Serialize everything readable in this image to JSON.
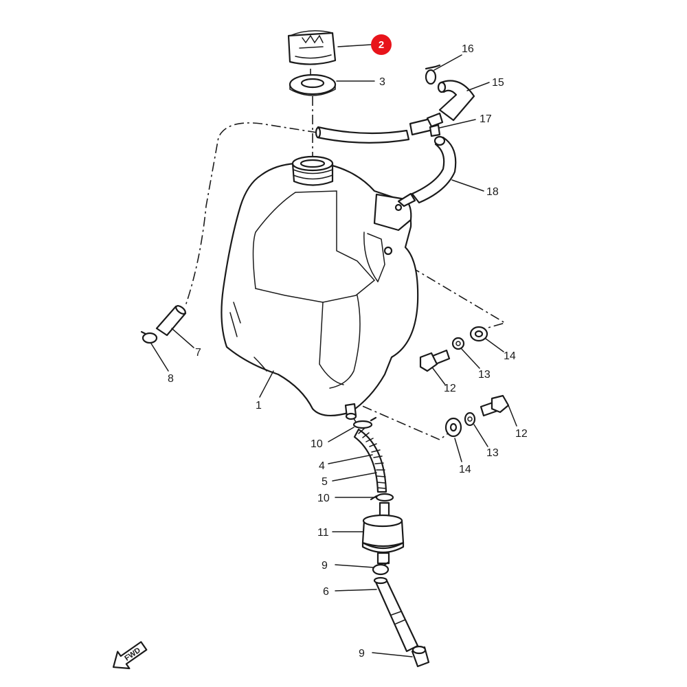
{
  "highlight": {
    "label": "2",
    "color": "#e8141b"
  },
  "labels": {
    "l1": "1",
    "l3": "3",
    "l4": "4",
    "l5": "5",
    "l6": "6",
    "l7": "7",
    "l8": "8",
    "l9a": "9",
    "l9b": "9",
    "l10a": "10",
    "l10b": "10",
    "l11": "11",
    "l12a": "12",
    "l12b": "12",
    "l13a": "13",
    "l13b": "13",
    "l14a": "14",
    "l14b": "14",
    "l15": "15",
    "l16": "16",
    "l17": "17",
    "l18": "18"
  },
  "forward_arrow": {
    "text": "FWD",
    "icon": "forward-arrow-icon"
  }
}
